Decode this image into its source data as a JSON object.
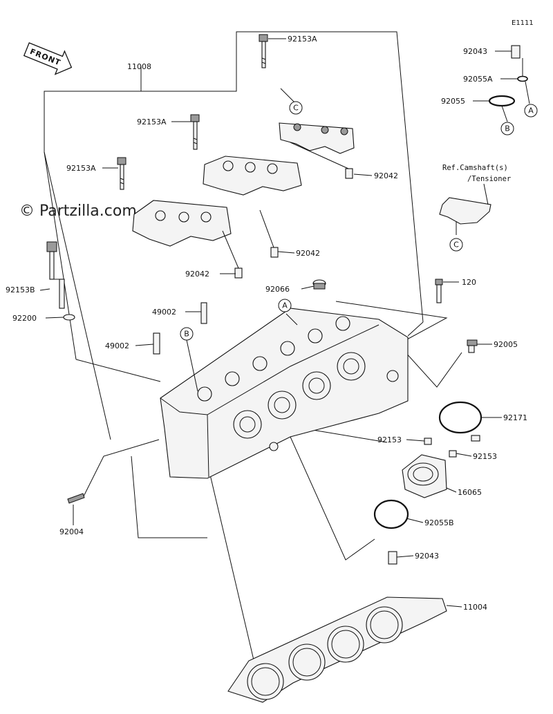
{
  "diagram_id": "E1111",
  "watermark": "© Partzilla.com",
  "front_label": "FRONT",
  "reference_note": {
    "line1": "Ref.Camshaft(s)",
    "line2": "/Tensioner"
  },
  "callouts": {
    "a": "A",
    "b": "B",
    "c": "C"
  },
  "part_numbers": {
    "p11008": "11008",
    "p92153A_top": "92153A",
    "p92153A_mid": "92153A",
    "p92153A_left": "92153A",
    "p92042_right": "92042",
    "p92042_mid": "92042",
    "p92042_low": "92042",
    "p92153B": "92153B",
    "p92200": "92200",
    "p49002_a": "49002",
    "p49002_b": "49002",
    "p92066": "92066",
    "p120": "120",
    "p92005": "92005",
    "p92171": "92171",
    "p92153_a": "92153",
    "p92153_b": "92153",
    "p16065": "16065",
    "p92055B": "92055B",
    "p92004": "92004",
    "p92043_low": "92043",
    "p11004": "11004",
    "p92043_top": "92043",
    "p92055A": "92055A",
    "p92055": "92055"
  }
}
